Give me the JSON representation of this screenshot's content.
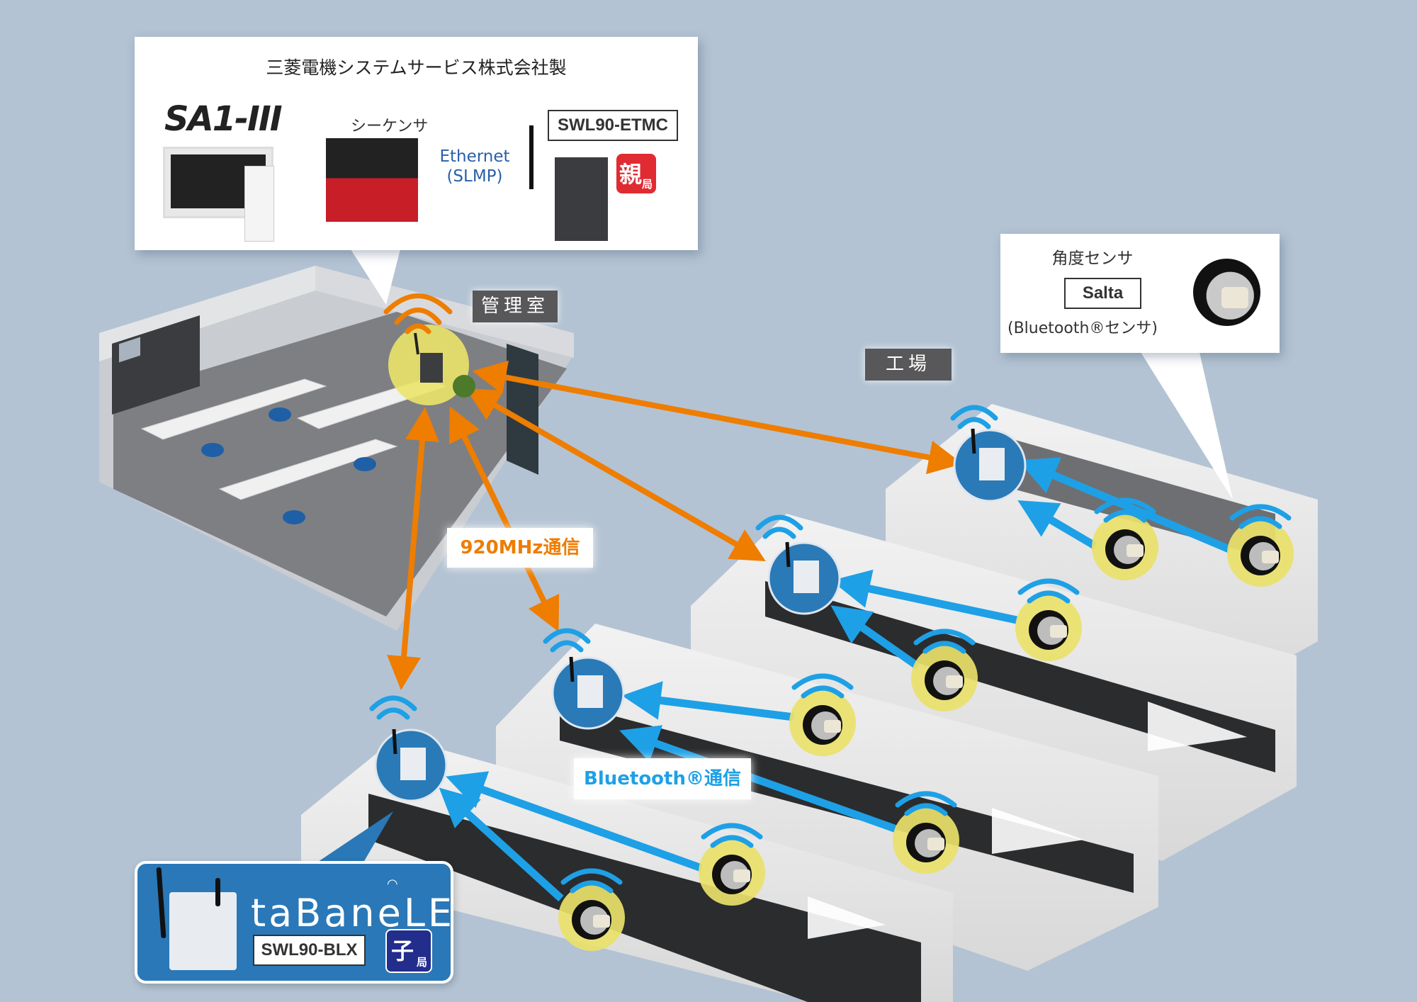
{
  "colors": {
    "background": "#b3c3d3",
    "arrow_920mhz": "#ee7d00",
    "arrow_bluetooth": "#1ea0e6",
    "parent_node_fill": "#ebe46a",
    "child_node_fill": "#2a7ab8",
    "sensor_fill": "#e9e16a",
    "tag_background": "#58585a"
  },
  "top_callout": {
    "title": "三菱電機システムサービス株式会社製",
    "software_logo": "SA1-III",
    "plc_label": "シーケンサ",
    "link_label_line1": "Ethernet",
    "link_label_line2": "(SLMP)",
    "gateway_model": "SWL90-ETMC",
    "gateway_role": "親",
    "gateway_role_sub": "局"
  },
  "places": {
    "control_room": "管理室",
    "factory": "工場"
  },
  "comm_labels": {
    "wireless_920": "920MHz通信",
    "bluetooth": "Bluetooth®通信"
  },
  "sensor_callout": {
    "title": "角度センサ",
    "model": "Salta",
    "subtitle": "(Bluetooth®センサ)"
  },
  "child_callout": {
    "product_name": "taBaneLE",
    "model": "SWL90-BLX",
    "role": "子",
    "role_sub": "局"
  },
  "network": {
    "parent_nodes": 1,
    "child_nodes": 4,
    "sensors": 8
  }
}
